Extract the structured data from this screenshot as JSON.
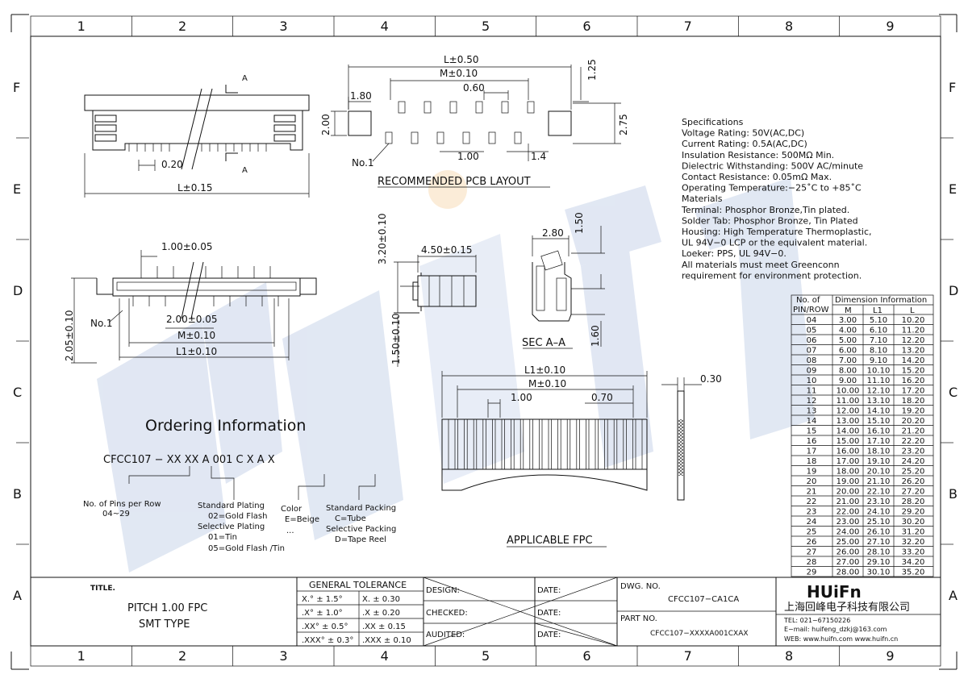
{
  "frame": {
    "columns": [
      "1",
      "2",
      "3",
      "4",
      "5",
      "6",
      "7",
      "8",
      "9"
    ],
    "rows": [
      "F",
      "E",
      "D",
      "C",
      "B",
      "A"
    ]
  },
  "views": {
    "top": {
      "label_a1": "A",
      "label_a2": "A",
      "pitch": "0.20",
      "length": "L±0.15"
    },
    "pcb": {
      "l": "L±0.50",
      "m": "M±0.10",
      "p060": "0.60",
      "p180": "1.80",
      "p125": "1.25",
      "p200": "2.00",
      "p275": "2.75",
      "p100": "1.00",
      "p14": "1.4",
      "no1": "No.1",
      "title": "RECOMMENDED  PCB  LAYOUT"
    },
    "front": {
      "pitch": "1.00±0.05",
      "no1": "No.1",
      "h205": "2.05±0.10",
      "w200": "2.00±0.05",
      "m": "M±0.10",
      "l1": "L1±0.10"
    },
    "side": {
      "h320": "3.20±0.10",
      "w450": "4.50±0.15",
      "h150": "1.50±0.10"
    },
    "section": {
      "w280": "2.80",
      "h150": "1.50",
      "h160": "1.60",
      "title": "SEC  A–A"
    },
    "fpc": {
      "l1": "L1±0.10",
      "m": "M±0.10",
      "p100": "1.00",
      "p070": "0.70",
      "t030": "0.30",
      "title": "APPLICABLE  FPC"
    }
  },
  "specs": {
    "lines": [
      "Specifications",
      "Voltage Rating: 50V(AC,DC)",
      "Current  Rating: 0.5A(AC,DC)",
      "Insulation Resistance: 500MΩ  Min.",
      "Dielectric Withstanding: 500V AC/minute",
      "Contact  Resistance: 0.05mΩ  Max.",
      "Operating Temperature:−25˚C  to  +85˚C",
      "Materials",
      "Terminal: Phosphor Bronze,Tin plated.",
      "Solder Tab: Phosphor Bronze, Tin Plated",
      "Housing: High Temperature Thermoplastic,",
      "   UL 94V−0 LCP or the equivalent material.",
      "Loeker: PPS, UL 94V−0.",
      "All materials must meet Greenconn",
      "requirement for environment protection."
    ]
  },
  "dimension_table": {
    "header1_col0": "No. of",
    "header2_col0": "PIN/ROW",
    "header1_group": "Dimension  Information",
    "col_m": "M",
    "col_l1": "L1",
    "col_l": "L",
    "rows": [
      [
        "04",
        "3.00",
        "5.10",
        "10.20"
      ],
      [
        "05",
        "4.00",
        "6.10",
        "11.20"
      ],
      [
        "06",
        "5.00",
        "7.10",
        "12.20"
      ],
      [
        "07",
        "6.00",
        "8.10",
        "13.20"
      ],
      [
        "08",
        "7.00",
        "9.10",
        "14.20"
      ],
      [
        "09",
        "8.00",
        "10.10",
        "15.20"
      ],
      [
        "10",
        "9.00",
        "11.10",
        "16.20"
      ],
      [
        "11",
        "10.00",
        "12.10",
        "17.20"
      ],
      [
        "12",
        "11.00",
        "13.10",
        "18.20"
      ],
      [
        "13",
        "12.00",
        "14.10",
        "19.20"
      ],
      [
        "14",
        "13.00",
        "15.10",
        "20.20"
      ],
      [
        "15",
        "14.00",
        "16.10",
        "21.20"
      ],
      [
        "16",
        "15.00",
        "17.10",
        "22.20"
      ],
      [
        "17",
        "16.00",
        "18.10",
        "23.20"
      ],
      [
        "18",
        "17.00",
        "19.10",
        "24.20"
      ],
      [
        "19",
        "18.00",
        "20.10",
        "25.20"
      ],
      [
        "20",
        "19.00",
        "21.10",
        "26.20"
      ],
      [
        "21",
        "20.00",
        "22.10",
        "27.20"
      ],
      [
        "22",
        "21.00",
        "23.10",
        "28.20"
      ],
      [
        "23",
        "22.00",
        "24.10",
        "29.20"
      ],
      [
        "24",
        "23.00",
        "25.10",
        "30.20"
      ],
      [
        "25",
        "24.00",
        "26.10",
        "31.20"
      ],
      [
        "26",
        "25.00",
        "27.10",
        "32.20"
      ],
      [
        "27",
        "26.00",
        "28.10",
        "33.20"
      ],
      [
        "28",
        "27.00",
        "29.10",
        "34.20"
      ],
      [
        "29",
        "28.00",
        "30.10",
        "35.20"
      ]
    ]
  },
  "ordering": {
    "title": "Ordering  Information",
    "code": "CFCC107  −  XX    XX     A   001   C    X      A    X",
    "pins_line1": "No. of Pins per Row",
    "pins_line2": "04~29",
    "plating": [
      "Standard Plating",
      "02=Gold Flash",
      "Selective Plating",
      "01=Tin",
      "05=Gold Flash  /Tin"
    ],
    "color": [
      "Color",
      "E=Beige",
      "..."
    ],
    "packing": [
      "Standard Packing",
      "C=Tube",
      "Selective Packing",
      "D=Tape Reel"
    ]
  },
  "title_block": {
    "title_label": "TITLE.",
    "title_line1": "PITCH  1.00  FPC",
    "title_line2": "SMT  TYPE",
    "tolerance_header": "GENERAL  TOLERANCE",
    "tolerances": [
      [
        " X.°  ±  1.5°",
        "X.      ±  0.30"
      ],
      [
        " .X°  ±  1.0°",
        ".X      ±  0.20"
      ],
      [
        ".XX°  ±  0.5°",
        ".XX     ±  0.15"
      ],
      [
        ".XXX°  ±  0.3°",
        ".XXX   ±  0.10"
      ]
    ],
    "design": "DESIGN:",
    "checked": "CHECKED:",
    "audited": "AUDITED:",
    "date": "DATE:",
    "dwg_label": "DWG.  NO.",
    "dwg_no": "CFCC107−CA1CA",
    "part_label": "PART  NO.",
    "part_no": "CFCC107−XXXXA001CXAX",
    "logo": "HUiFn",
    "company": "上海回峰电子科技有限公司",
    "tel": "TEL:  021−67150226",
    "email": "E−mail: huifeng_dzkj@163.com",
    "web": "WEB:  www.huifn.com   www.huifn.cn"
  },
  "watermark": "HUiFn"
}
